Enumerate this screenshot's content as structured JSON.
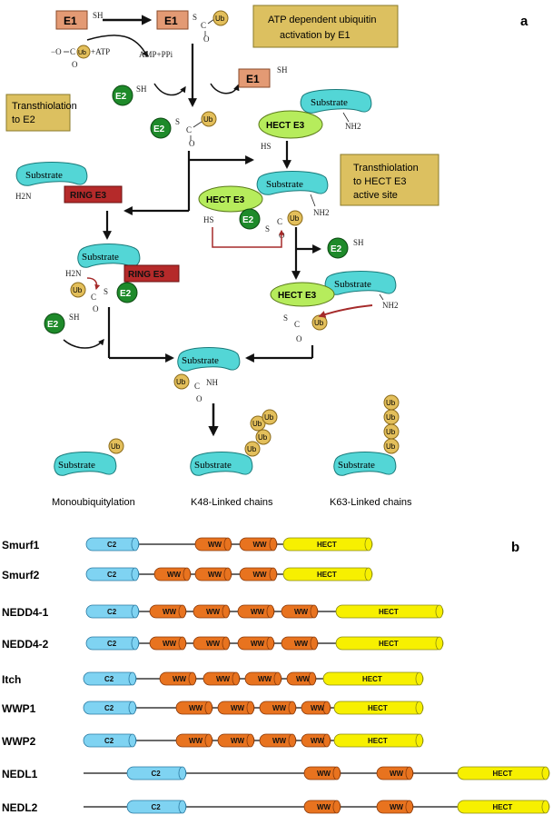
{
  "panel_a": {
    "panel_letter": "a",
    "boxes": {
      "atp_activation": [
        "ATP dependent ubiquitin",
        "activation by E1"
      ],
      "transthiolation_e2": [
        "Transthiolation",
        "to E2"
      ],
      "transthiolation_hect": [
        "Transthiolation",
        "to HECT E3",
        "active site"
      ]
    },
    "labels": {
      "e1": "E1",
      "e2": "E2",
      "ub": "Ub",
      "sh": "SH",
      "s": "S",
      "c": "C",
      "o": "O",
      "nh": "NH",
      "nh2": "NH2",
      "h2n": "H2N",
      "hs": "HS",
      "substrate": "Substrate",
      "hect_e3": "HECT E3",
      "ring_e3": "RING E3",
      "atp_reactants": "+ATP",
      "amp_products": "AMP+PPi"
    },
    "captions": {
      "mono": "Monoubiquitylation",
      "k48": "K48-Linked chains",
      "k63": "K63-Linked chains"
    },
    "colors": {
      "e1": "#e39a74",
      "e2": "#1e8a2a",
      "ub": "#e3bf5b",
      "substrate": "#53d6d6",
      "hect": "#b6ec5c",
      "ring": "#b52a2a",
      "box": "#dcc060"
    }
  },
  "panel_b": {
    "panel_letter": "b",
    "domain_labels": {
      "c2": "C2",
      "ww": "WW",
      "hect": "HECT"
    },
    "colors": {
      "c2": "#7fd3f2",
      "ww": "#e8731f",
      "hect": "#f7f000"
    },
    "proteins": [
      {
        "name": "Smurf1",
        "ww_count": 2
      },
      {
        "name": "Smurf2",
        "ww_count": 3
      },
      {
        "name": "NEDD4-1",
        "ww_count": 4
      },
      {
        "name": "NEDD4-2",
        "ww_count": 4
      },
      {
        "name": "Itch",
        "ww_count": 4
      },
      {
        "name": "WWP1",
        "ww_count": 4
      },
      {
        "name": "WWP2",
        "ww_count": 4
      },
      {
        "name": "NEDL1",
        "ww_count": 2
      },
      {
        "name": "NEDL2",
        "ww_count": 2
      }
    ]
  }
}
